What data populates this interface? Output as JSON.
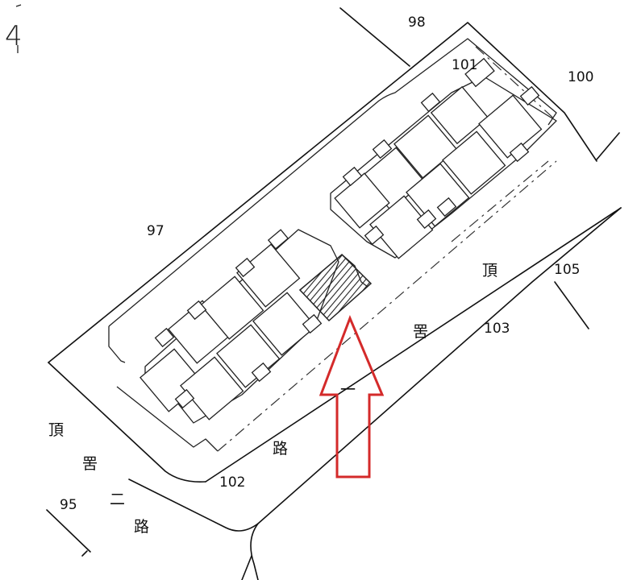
{
  "north": {
    "numeral": "4"
  },
  "parcels": {
    "p98": "98",
    "p101": "101",
    "p100": "100",
    "p97": "97",
    "p105": "105",
    "p103": "103",
    "p102": "102",
    "p95": "95"
  },
  "road_east": {
    "c1": "頂",
    "c2": "罟",
    "c3": "一",
    "c4": "路"
  },
  "road_west": {
    "c1": "頂",
    "c2": "罟",
    "c3": "二",
    "c4": "路"
  },
  "colors": {
    "arrow": "#d42a2a",
    "linework": "#111111",
    "hatch": "#222222"
  }
}
